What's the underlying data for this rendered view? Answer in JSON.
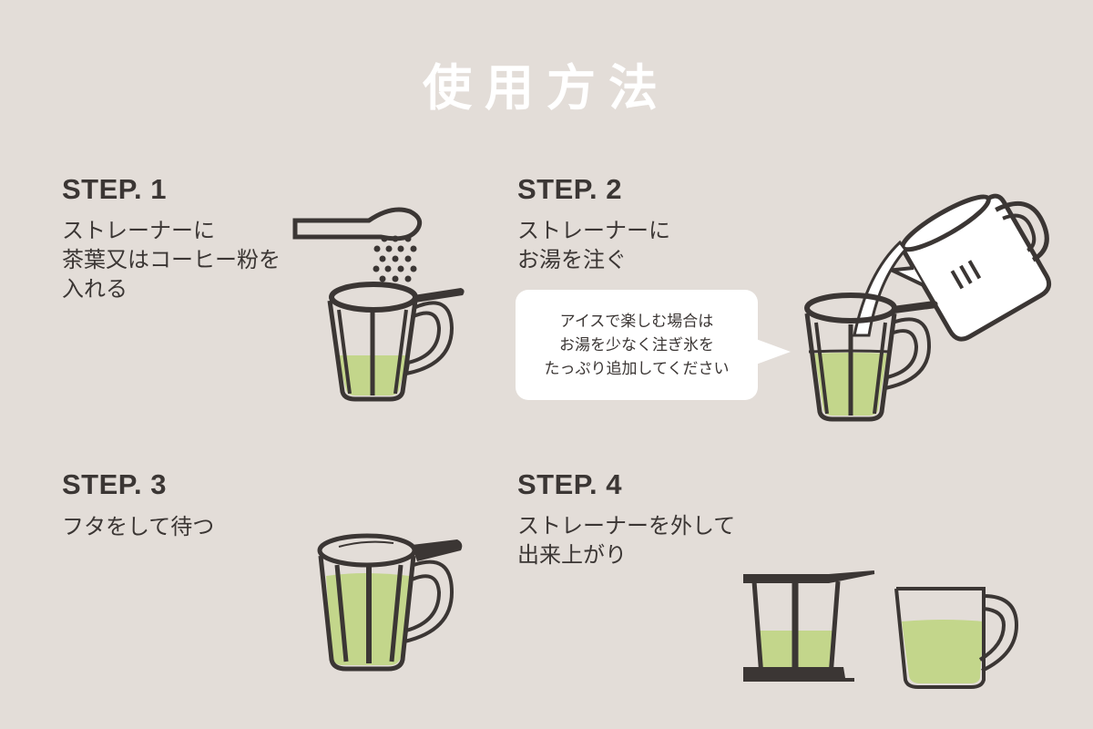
{
  "title": "使用方法",
  "colors": {
    "background": "#e3ddd8",
    "title": "#ffffff",
    "ink": "#3b3634",
    "tea_green": "#c3d68b",
    "bubble": "#ffffff"
  },
  "steps": [
    {
      "label": "STEP. 1",
      "description": "ストレーナーに\n茶葉又はコーヒー粉を\n入れる",
      "illustration": "spoon-pouring-into-strainer-mug"
    },
    {
      "label": "STEP. 2",
      "description": "ストレーナーに\nお湯を注ぐ",
      "illustration": "kettle-pouring-into-strainer-mug",
      "tip": "アイスで楽しむ場合は\nお湯を少なく注ぎ氷を\nたっぷり追加してください"
    },
    {
      "label": "STEP. 3",
      "description": "フタをして待つ",
      "illustration": "lidded-mug"
    },
    {
      "label": "STEP. 4",
      "description": "ストレーナーを外して\n出来上がり",
      "illustration": "removed-strainer-and-mug"
    }
  ]
}
